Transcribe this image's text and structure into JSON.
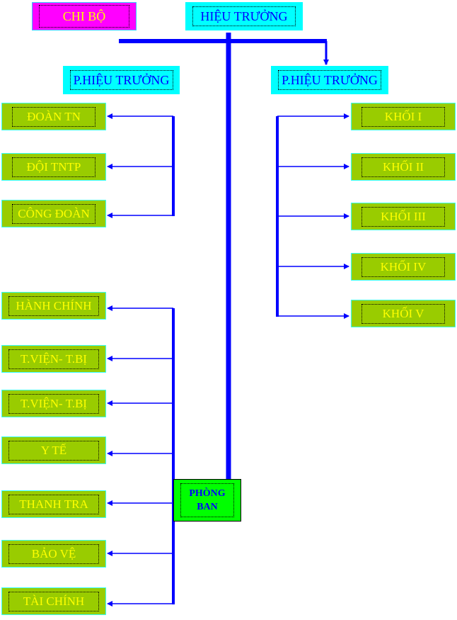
{
  "top": {
    "party_cell": "CHI BỘ",
    "principal": "HIỆU TRƯỞNG"
  },
  "vice_principals": {
    "left": "P.HIỆU TRƯỞNG",
    "right": "P.HIỆU TRƯỞNG"
  },
  "organizations": [
    "ĐOÀN TN",
    "ĐỘI TNTP",
    "CÔNG ĐOÀN"
  ],
  "grades": [
    "KHỐI I",
    "KHỐI II",
    "KHỐI III",
    "KHỐI IV",
    "KHỐI V"
  ],
  "departments_hub": {
    "line1": "PHÒNG",
    "line2": "BAN"
  },
  "departments": [
    "HÀNH CHÍNH",
    "T.VIỆN- T.BỊ",
    "T.VIỆN- T.BỊ",
    "Y TẾ",
    "THANH TRA",
    "BẢO VỆ",
    "TÀI CHÍNH"
  ],
  "colors": {
    "line": "#0000ff",
    "unit_box": "#99cc00",
    "unit_text": "#ffff00",
    "leader_box": "#00ffff",
    "party_box": "#ff00ff",
    "hub_box": "#00ff00"
  }
}
